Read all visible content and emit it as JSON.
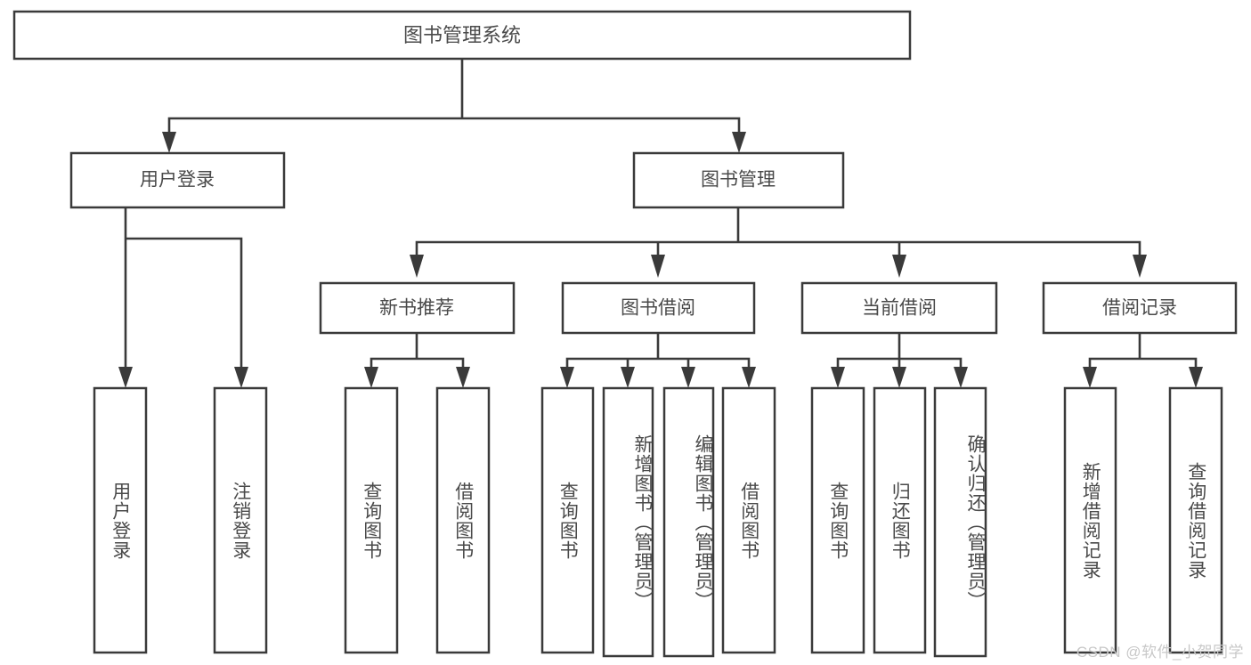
{
  "diagram": {
    "type": "tree",
    "title": "图书管理系统",
    "watermark": "CSDN @软件_小贺同学",
    "colors": {
      "background": "#ffffff",
      "box_fill": "#ffffff",
      "box_stroke": "#3a3a3a",
      "connector": "#3a3a3a",
      "text": "#4a4a4a",
      "watermark": "#c8c8c8"
    },
    "root": {
      "label": "图书管理系统"
    },
    "level2": [
      {
        "label": "用户登录"
      },
      {
        "label": "图书管理"
      }
    ],
    "level3": [
      {
        "label": "新书推荐"
      },
      {
        "label": "图书借阅"
      },
      {
        "label": "当前借阅"
      },
      {
        "label": "借阅记录"
      }
    ],
    "leaves": {
      "user_login": [
        {
          "label": "用户登录"
        },
        {
          "label": "注销登录"
        }
      ],
      "new_book_recommend": [
        {
          "label": "查询图书"
        },
        {
          "label": "借阅图书"
        }
      ],
      "book_borrow": [
        {
          "label": "查询图书"
        },
        {
          "label": "新增图书（管理员）"
        },
        {
          "label": "编辑图书（管理员）"
        },
        {
          "label": "借阅图书"
        }
      ],
      "current_borrow": [
        {
          "label": "查询图书"
        },
        {
          "label": "归还图书"
        },
        {
          "label": "确认归还（管理员）"
        }
      ],
      "borrow_record": [
        {
          "label": "新增借阅记录"
        },
        {
          "label": "查询借阅记录"
        }
      ]
    }
  }
}
